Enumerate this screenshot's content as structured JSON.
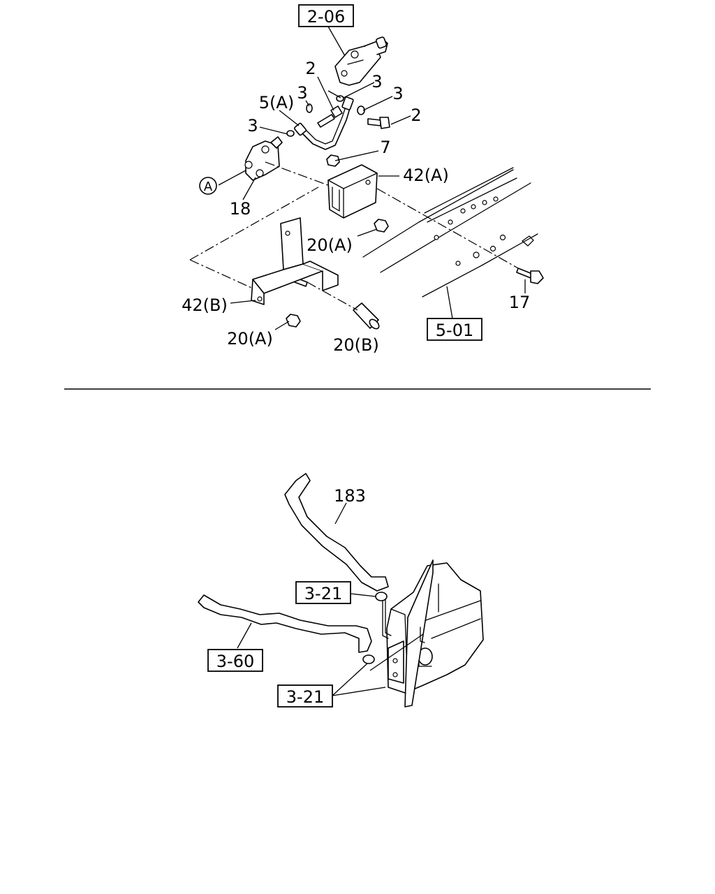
{
  "diagram": {
    "top_section": {
      "references": {
        "ref_2_06": "2-06",
        "ref_5_01": "5-01"
      },
      "callouts": {
        "c2_a": "2",
        "c2_b": "2",
        "c3_a": "3",
        "c3_b": "3",
        "c3_c": "3",
        "c3_d": "3",
        "c5a": "5(A)",
        "c7": "7",
        "c42a": "42(A)",
        "c42b": "42(B)",
        "c20a_1": "20(A)",
        "c20a_2": "20(A)",
        "c20b": "20(B)",
        "c17": "17",
        "c18": "18",
        "marker_a": "A"
      }
    },
    "bottom_section": {
      "references": {
        "ref_3_21_a": "3-21",
        "ref_3_21_b": "3-21",
        "ref_3_60": "3-60"
      },
      "callouts": {
        "c183": "183"
      }
    }
  }
}
